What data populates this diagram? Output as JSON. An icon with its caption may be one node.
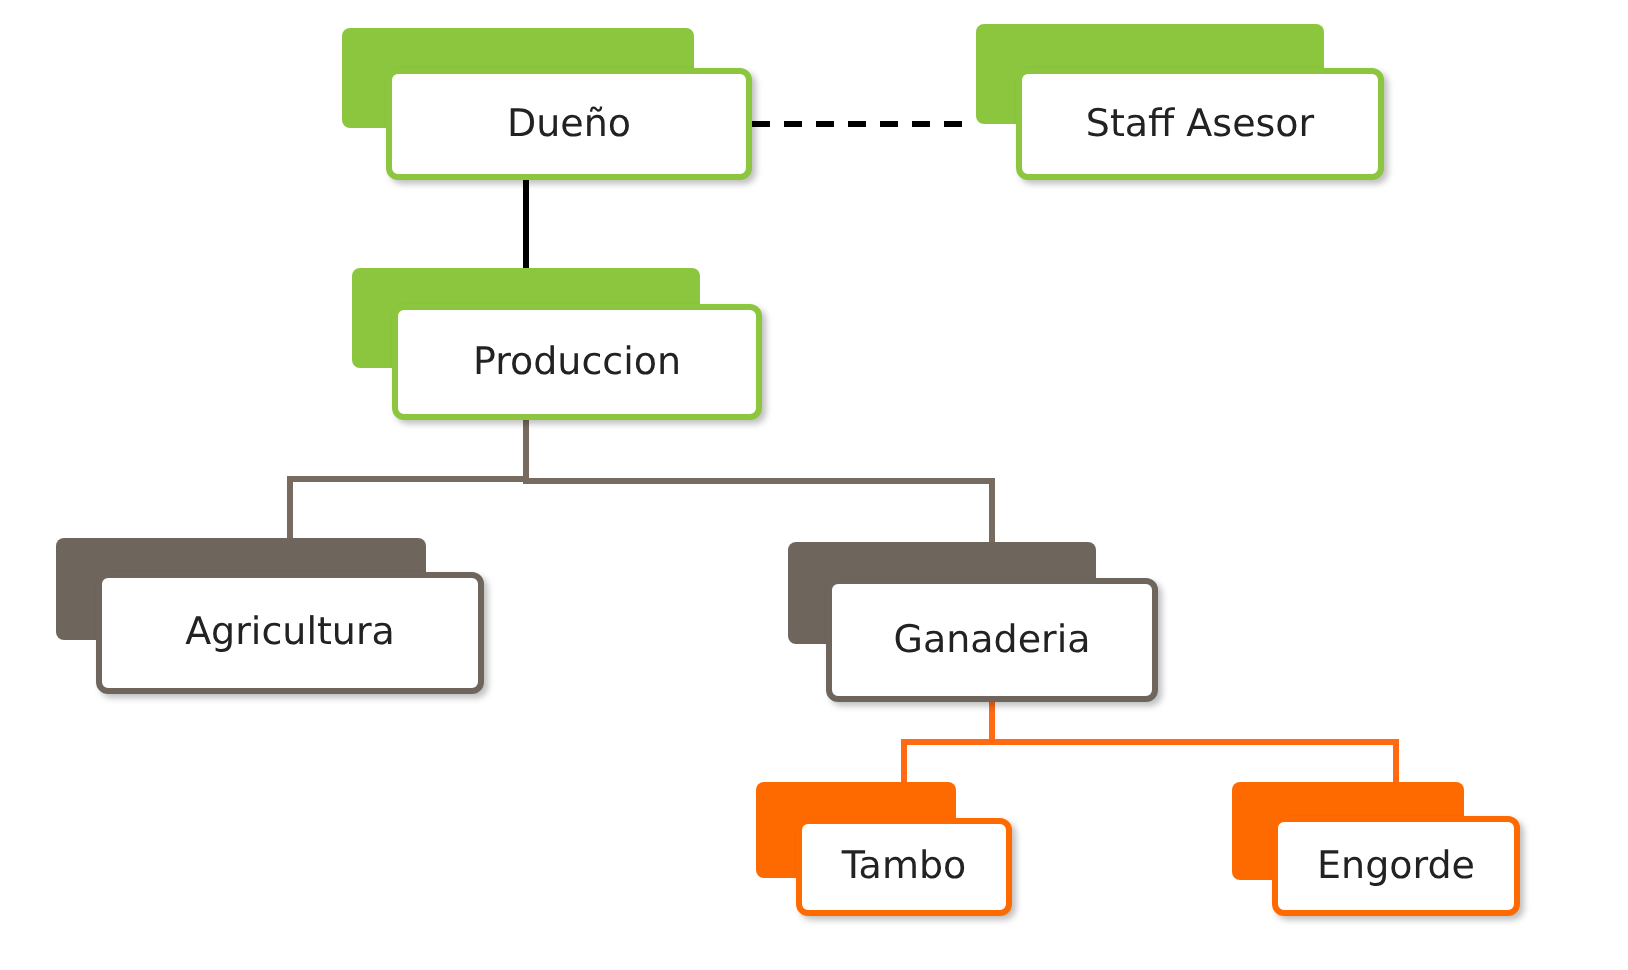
{
  "diagram": {
    "nodes": [
      {
        "text": [
          "Dueño"
        ]
      },
      {
        "text": [
          "Staff Asesor"
        ]
      },
      {
        "text": [
          "Produccion"
        ]
      },
      {
        "text": [
          "Agricultura"
        ]
      },
      {
        "text": [
          "Ganaderia"
        ]
      },
      {
        "text": [
          "Tambo"
        ]
      },
      {
        "text": [
          "Engorde"
        ]
      }
    ],
    "edges": [
      {
        "from": 0,
        "to": 1,
        "arrow": "none",
        "style": "dashed",
        "color": "#000000"
      },
      {
        "from": 0,
        "to": 2,
        "arrow": "none",
        "color": "#000000"
      },
      {
        "from": 2,
        "to": 3,
        "arrow": "none",
        "color": "#776b5f"
      },
      {
        "from": 2,
        "to": 4,
        "arrow": "none",
        "color": "#776b5f"
      },
      {
        "from": 4,
        "to": 5,
        "arrow": "none",
        "color": "#ff6a13"
      },
      {
        "from": 4,
        "to": 6,
        "arrow": "none",
        "color": "#ff6a13"
      }
    ]
  }
}
